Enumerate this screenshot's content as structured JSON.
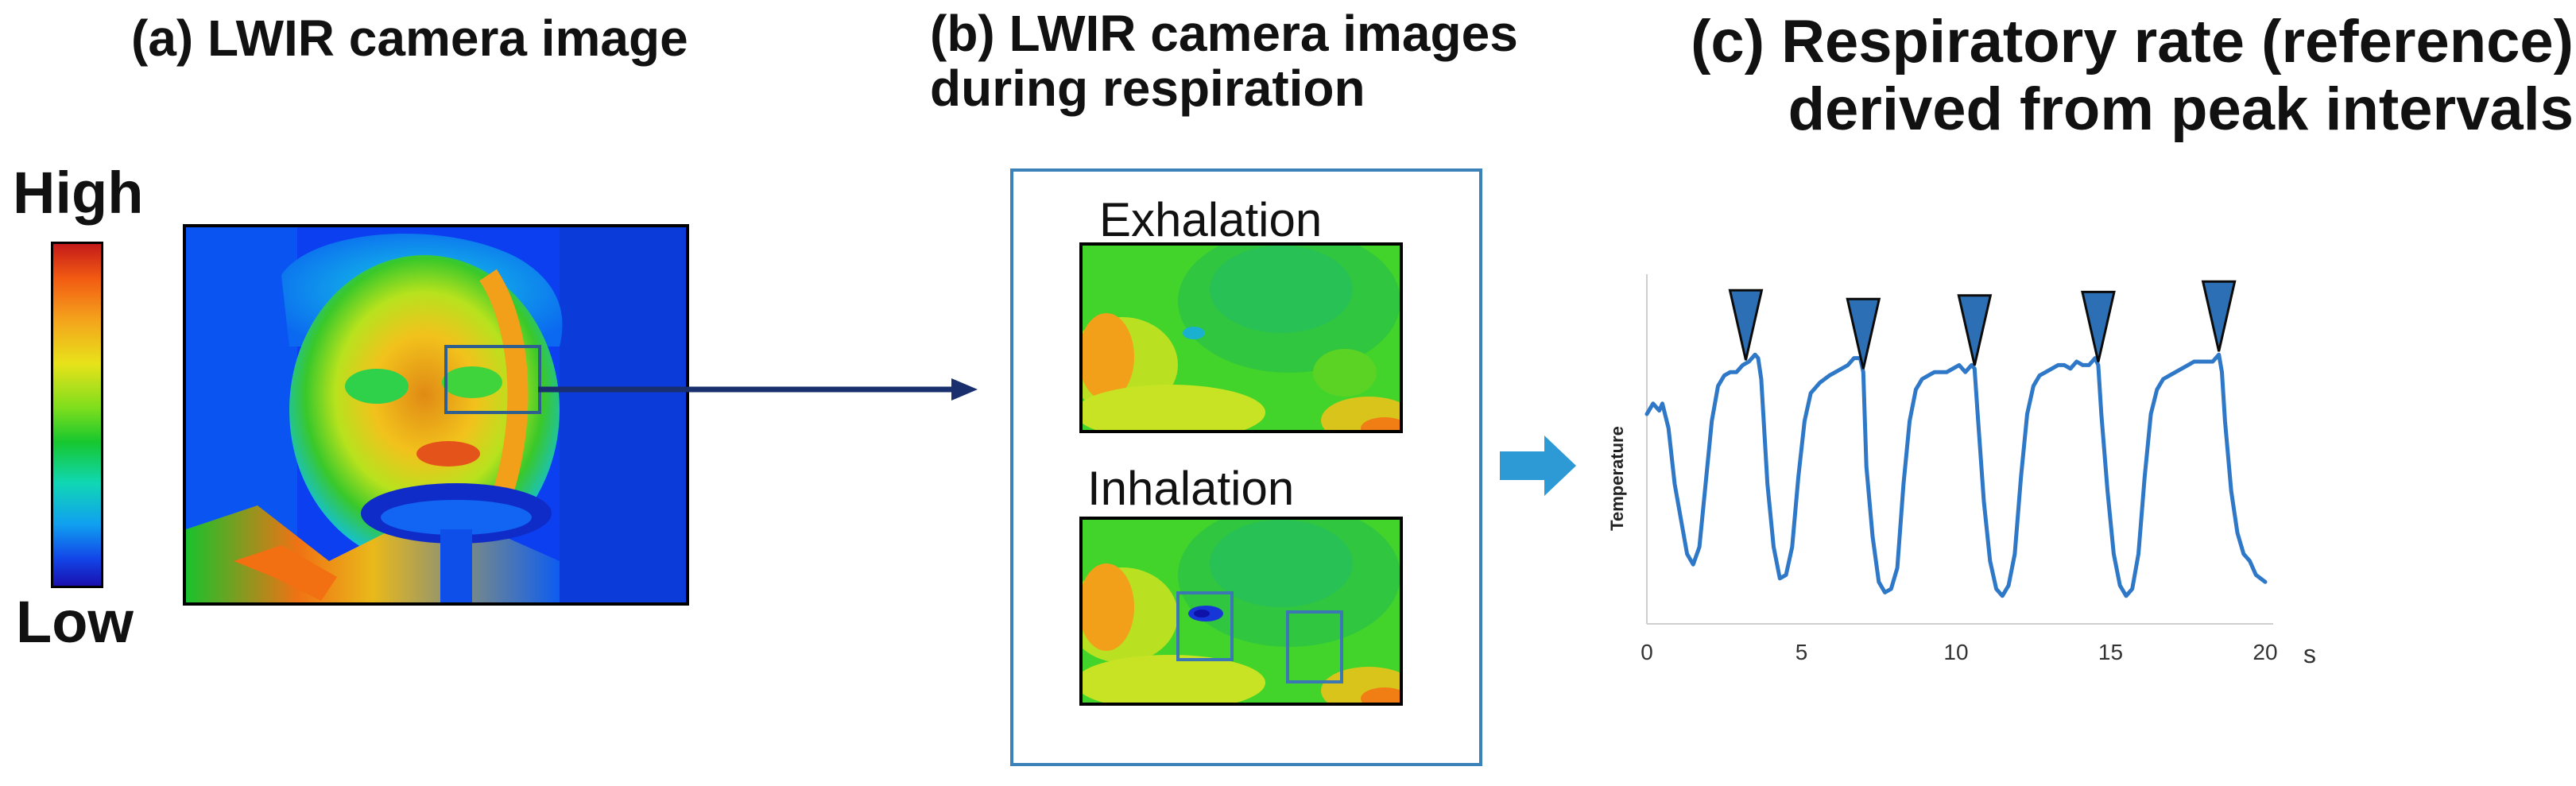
{
  "panel_a": {
    "title": "(a) LWIR camera image",
    "colorbar": {
      "high_label": "High",
      "low_label": "Low"
    }
  },
  "panel_b": {
    "title_line1": "(b) LWIR camera images",
    "title_line2": "during respiration",
    "exhalation_label": "Exhalation",
    "inhalation_label": "Inhalation"
  },
  "panel_c": {
    "title_line1": "(c) Respiratory rate (reference)",
    "title_line2": "derived from peak intervals"
  },
  "colors": {
    "frame_blue": "#3b82b8",
    "arrow_navy": "#1a2f6e",
    "arrow_cyan": "#2d9ad6",
    "signal_blue": "#2f78c8",
    "marker_blue": "#2c6fb5"
  },
  "chart_data": {
    "type": "line",
    "ylabel": "Temperature",
    "x_unit": "s",
    "xlim": [
      0,
      20
    ],
    "ylim": [
      0,
      1
    ],
    "x_ticks": [
      "0",
      "5",
      "10",
      "15",
      "20"
    ],
    "grid": false,
    "series": [
      {
        "x": [
          0.0,
          0.2,
          0.4,
          0.5,
          0.7,
          0.9,
          1.1,
          1.3,
          1.5,
          1.7,
          1.9,
          2.1,
          2.3,
          2.5,
          2.7,
          2.9,
          3.1,
          3.3,
          3.5,
          3.6,
          3.7,
          3.9,
          4.1,
          4.3,
          4.5,
          4.7,
          4.9,
          5.1,
          5.3,
          5.6,
          5.9,
          6.1,
          6.3,
          6.5,
          6.7,
          6.9,
          7.0,
          7.1,
          7.3,
          7.5,
          7.7,
          7.9,
          8.1,
          8.3,
          8.5,
          8.7,
          8.9,
          9.1,
          9.3,
          9.5,
          9.7,
          9.9,
          10.1,
          10.3,
          10.5,
          10.6,
          10.7,
          10.9,
          11.1,
          11.3,
          11.5,
          11.7,
          11.9,
          12.1,
          12.3,
          12.5,
          12.7,
          12.9,
          13.1,
          13.3,
          13.5,
          13.7,
          13.9,
          14.1,
          14.3,
          14.5,
          14.6,
          14.7,
          14.9,
          15.1,
          15.3,
          15.5,
          15.7,
          15.9,
          16.1,
          16.3,
          16.5,
          16.7,
          16.9,
          17.1,
          17.3,
          17.5,
          17.7,
          17.9,
          18.1,
          18.3,
          18.5,
          18.6,
          18.7,
          18.9,
          19.1,
          19.3,
          19.5,
          19.7,
          20.0
        ],
        "values": [
          0.6,
          0.63,
          0.61,
          0.63,
          0.56,
          0.4,
          0.3,
          0.2,
          0.17,
          0.22,
          0.4,
          0.58,
          0.68,
          0.71,
          0.72,
          0.72,
          0.74,
          0.75,
          0.77,
          0.76,
          0.7,
          0.4,
          0.22,
          0.13,
          0.14,
          0.22,
          0.42,
          0.58,
          0.66,
          0.69,
          0.71,
          0.72,
          0.73,
          0.74,
          0.76,
          0.76,
          0.72,
          0.45,
          0.25,
          0.12,
          0.09,
          0.1,
          0.16,
          0.4,
          0.58,
          0.67,
          0.7,
          0.71,
          0.72,
          0.72,
          0.72,
          0.73,
          0.74,
          0.72,
          0.74,
          0.73,
          0.6,
          0.35,
          0.18,
          0.1,
          0.08,
          0.11,
          0.2,
          0.42,
          0.6,
          0.68,
          0.71,
          0.72,
          0.73,
          0.74,
          0.74,
          0.73,
          0.75,
          0.74,
          0.74,
          0.76,
          0.74,
          0.6,
          0.38,
          0.2,
          0.11,
          0.08,
          0.1,
          0.2,
          0.42,
          0.6,
          0.67,
          0.7,
          0.71,
          0.72,
          0.73,
          0.74,
          0.75,
          0.75,
          0.75,
          0.75,
          0.77,
          0.72,
          0.58,
          0.38,
          0.26,
          0.2,
          0.18,
          0.14,
          0.12
        ]
      }
    ],
    "peaks_x": [
      3.2,
      7.0,
      10.6,
      14.6,
      18.5
    ]
  }
}
